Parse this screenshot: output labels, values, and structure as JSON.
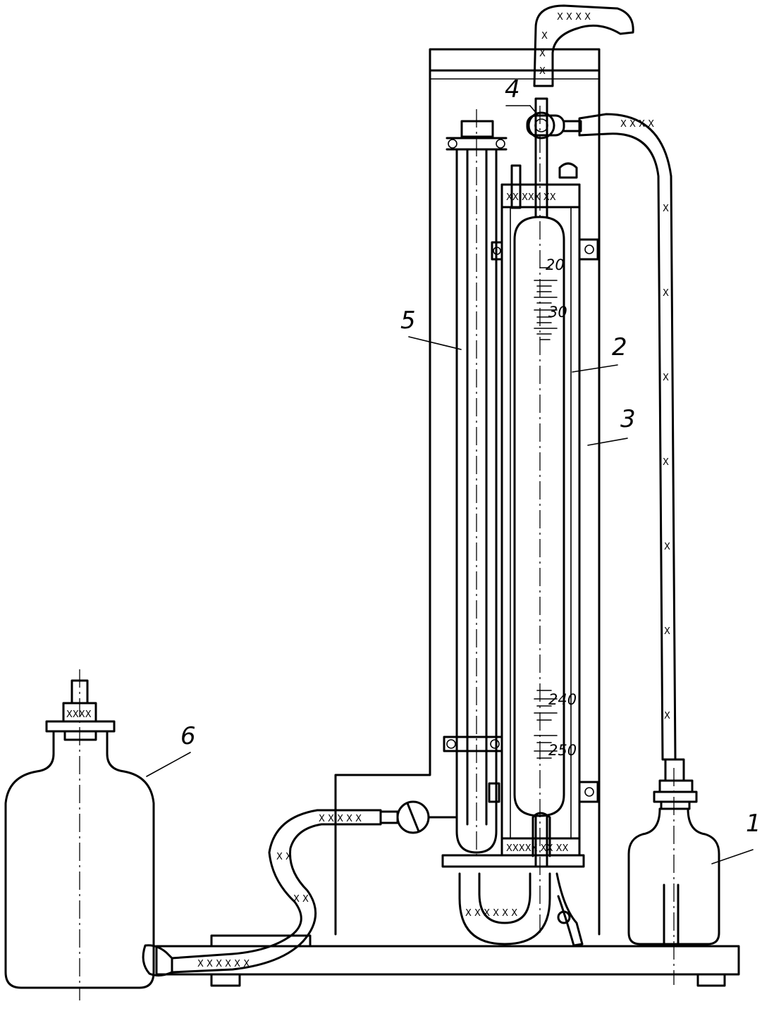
{
  "labels": {
    "bottle_1": "1",
    "burette_2": "2",
    "jacket_3": "3",
    "stopcock_4": "4",
    "absorber_5": "5",
    "bottle_6": "6"
  },
  "scale_marks": {
    "top_1": "20",
    "top_2": "30",
    "bottom_1": "240",
    "bottom_2": "250"
  }
}
